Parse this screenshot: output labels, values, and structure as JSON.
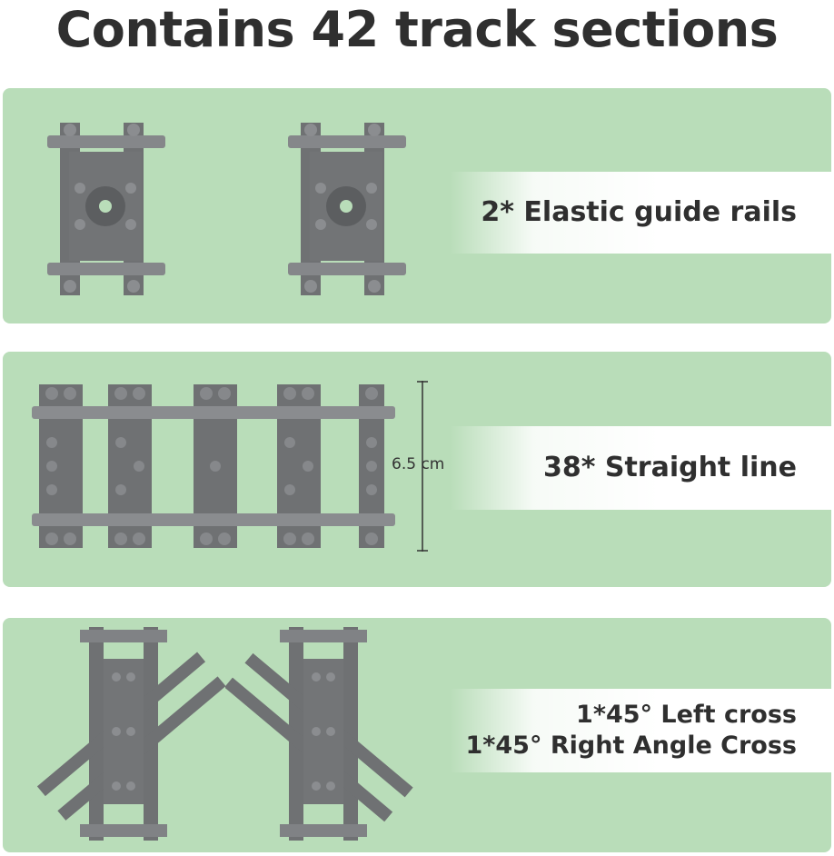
{
  "headline": "Contains 42 track sections",
  "sections": [
    {
      "label_lines": [
        "2* Elastic guide rails"
      ]
    },
    {
      "label_lines": [
        "38* Straight line"
      ],
      "dimension": "6.5 cm"
    },
    {
      "label_lines": [
        "1*45° Left cross",
        "1*45° Right Angle Cross"
      ]
    }
  ],
  "colors": {
    "panel_background": "#b9ddb9",
    "track_gray": "#6f7173",
    "stud_gray": "#7e8082",
    "headline_text": "#2f2f2f"
  }
}
